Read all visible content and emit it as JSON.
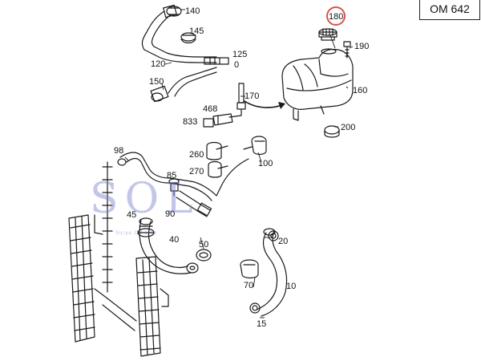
{
  "engine_code": "OM 642",
  "highlighted_part": "180",
  "watermark": {
    "letters": "SOL",
    "tagline": "Surya Off Line"
  },
  "callouts": {
    "p140": "140",
    "p145": "145",
    "p120": "120",
    "p125": "125",
    "p0": "0",
    "p150": "150",
    "p180": "180",
    "p190": "190",
    "p160": "160",
    "p170": "170",
    "p468": "468",
    "p833": "833",
    "p200": "200",
    "p98": "98",
    "p260": "260",
    "p270": "270",
    "p100": "100",
    "p85": "85",
    "p45": "45",
    "p90": "90",
    "p40": "40",
    "p50": "50",
    "p20": "20",
    "p70": "70",
    "p10": "10",
    "p15": "15"
  },
  "colors": {
    "line": "#1a1a1a",
    "highlight_ring": "#d9534f",
    "watermark": "#7882cd"
  }
}
